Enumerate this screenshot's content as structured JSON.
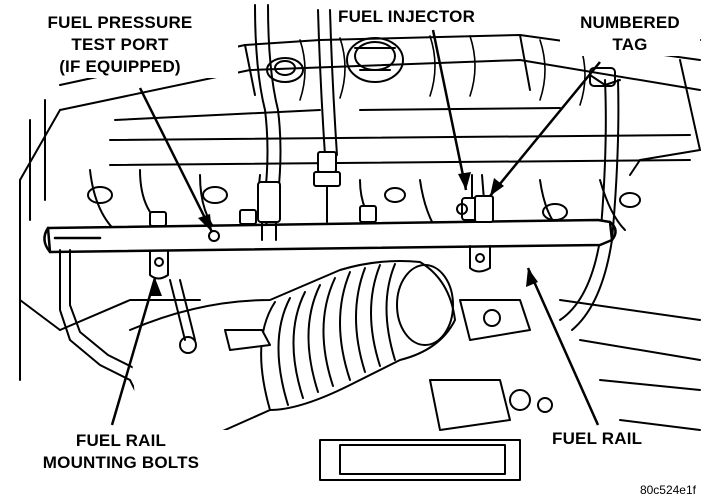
{
  "labels": {
    "fuel_pressure_test_port": [
      "FUEL PRESSURE",
      "TEST PORT",
      "(IF EQUIPPED)"
    ],
    "fuel_injector": "FUEL INJECTOR",
    "numbered_tag": [
      "NUMBERED",
      "TAG"
    ],
    "fuel_rail_mounting_bolts": [
      "FUEL RAIL",
      "MOUNTING BOLTS"
    ],
    "fuel_rail": "FUEL RAIL"
  },
  "figure_code": "80c524e1f"
}
